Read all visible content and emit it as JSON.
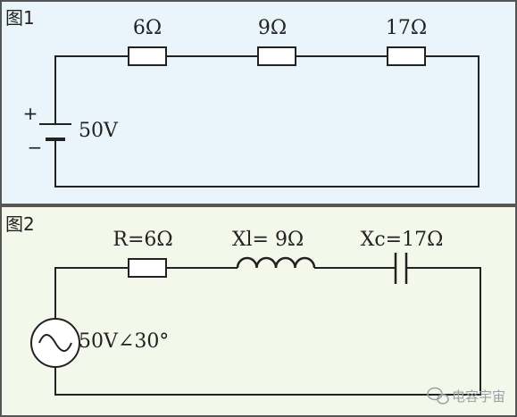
{
  "panels": {
    "fig1": {
      "label": "图1",
      "bg": "#e9f5fb",
      "resistors": [
        {
          "label": "6Ω"
        },
        {
          "label": "9Ω"
        },
        {
          "label": "17Ω"
        }
      ],
      "source": {
        "plus": "+",
        "minus": "−",
        "voltage": "50V"
      }
    },
    "fig2": {
      "label": "图2",
      "bg": "#f4f8ea",
      "components": {
        "resistor": "R=6Ω",
        "inductor": "Xl= 9Ω",
        "capacitor": "Xc=17Ω"
      },
      "source": {
        "voltage": "50V∠30°"
      }
    }
  },
  "watermark": {
    "text": "电容宇宙",
    "icon": "wechat-icon"
  },
  "colors": {
    "wire": "#222222",
    "border": "#555555"
  }
}
